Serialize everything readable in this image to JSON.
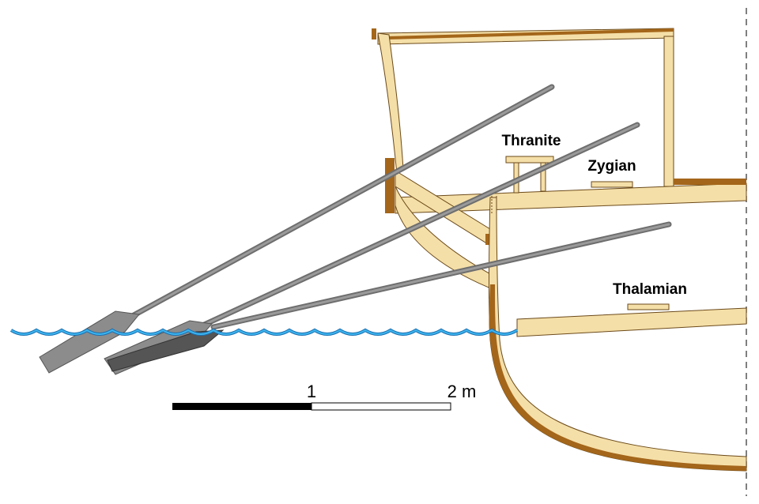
{
  "labels": {
    "thranite": "Thranite",
    "zygian": "Zygian",
    "thalamian": "Thalamian"
  },
  "scale_bar": {
    "tick_1": "1",
    "tick_2": "2 m"
  },
  "colors": {
    "wood_light": "#f5dfa8",
    "wood_dark": "#a4661a",
    "wood_outline": "#6b4a1a",
    "oar": "#8c8c8c",
    "oar_dark": "#555555",
    "water": "#2aa4e0"
  }
}
